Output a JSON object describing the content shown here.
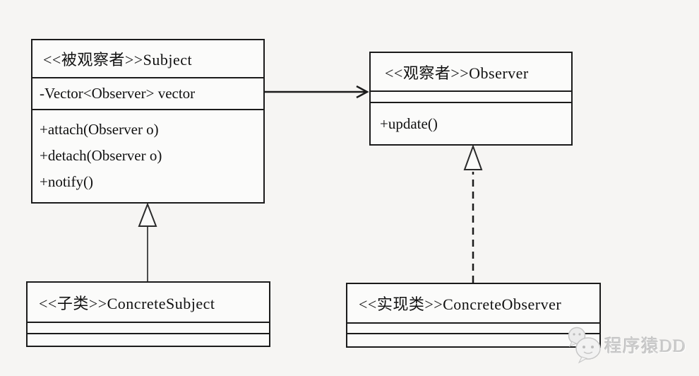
{
  "diagram": {
    "type": "uml-class-diagram",
    "pattern": "Observer",
    "colors": {
      "line": "#1b1b1b",
      "box_fill": "#fbfbfa",
      "background": "#f6f5f3",
      "watermark": "#cfcfcf"
    },
    "classes": {
      "subject": {
        "title": "<<被观察者>>Subject",
        "attributes": [
          "-Vector<Observer> vector"
        ],
        "methods": [
          "+attach(Observer o)",
          "+detach(Observer o)",
          "+notify()"
        ]
      },
      "observer": {
        "title": "<<观察者>>Observer",
        "attributes": [],
        "methods": [
          "+update()"
        ]
      },
      "concrete_subject": {
        "title": "<<子类>>ConcreteSubject",
        "attributes": [],
        "methods": []
      },
      "concrete_observer": {
        "title": "<<实现类>>ConcreteObserver",
        "attributes": [],
        "methods": []
      }
    },
    "relations": [
      {
        "from": "subject",
        "to": "observer",
        "type": "association",
        "line": "solid",
        "head": "open-arrow"
      },
      {
        "from": "concrete_subject",
        "to": "subject",
        "type": "generalization",
        "line": "solid",
        "head": "hollow-triangle"
      },
      {
        "from": "concrete_observer",
        "to": "observer",
        "type": "realization",
        "line": "dashed",
        "head": "hollow-triangle"
      }
    ]
  },
  "watermark": {
    "text": "程序猿DD",
    "icon": "wechat-icon"
  }
}
